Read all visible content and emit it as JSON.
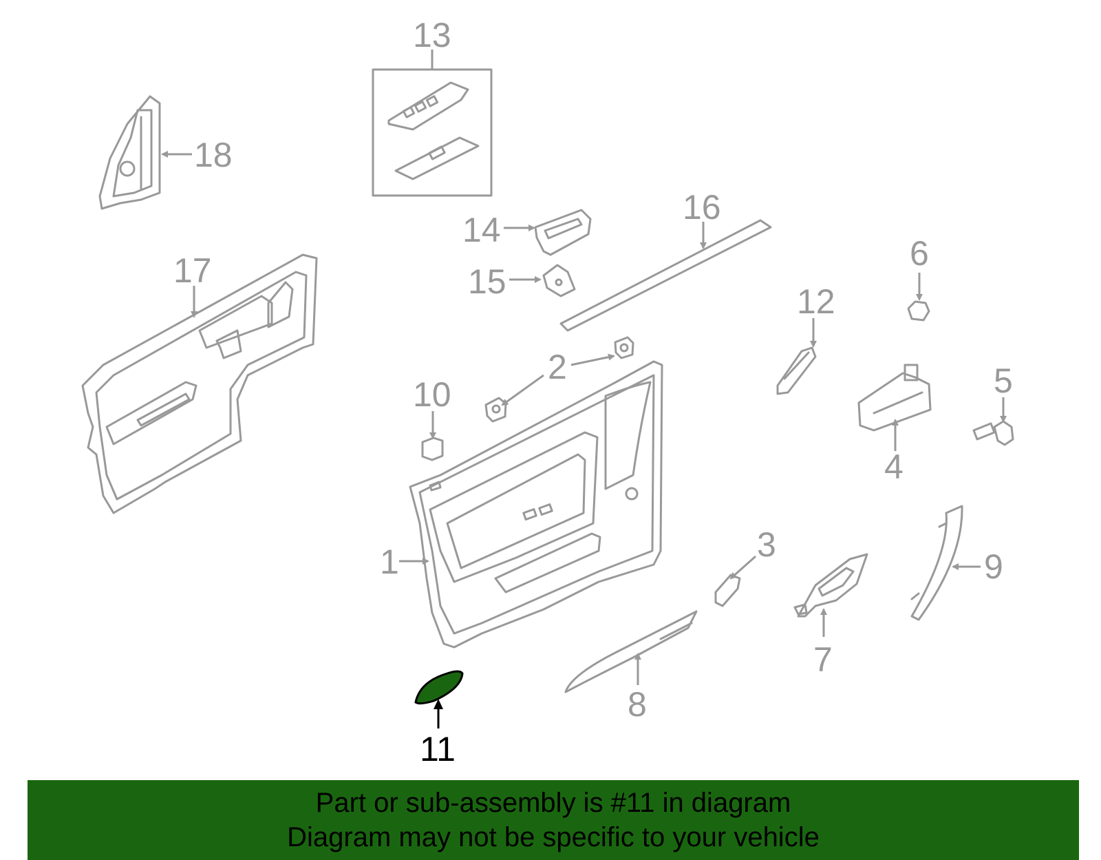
{
  "callouts": {
    "c1": "1",
    "c2": "2",
    "c3": "3",
    "c4": "4",
    "c5": "5",
    "c6": "6",
    "c7": "7",
    "c8": "8",
    "c9": "9",
    "c10": "10",
    "c11": "11",
    "c12": "12",
    "c13": "13",
    "c14": "14",
    "c15": "15",
    "c16": "16",
    "c17": "17",
    "c18": "18"
  },
  "highlight": {
    "part": "11",
    "color": "#1a6610"
  },
  "colors": {
    "line": "#999999",
    "banner": "#1a6610",
    "text": "#000000"
  },
  "banner": {
    "line1": "Part or sub-assembly is #11 in diagram",
    "line2": "Diagram may not be specific to your vehicle"
  }
}
